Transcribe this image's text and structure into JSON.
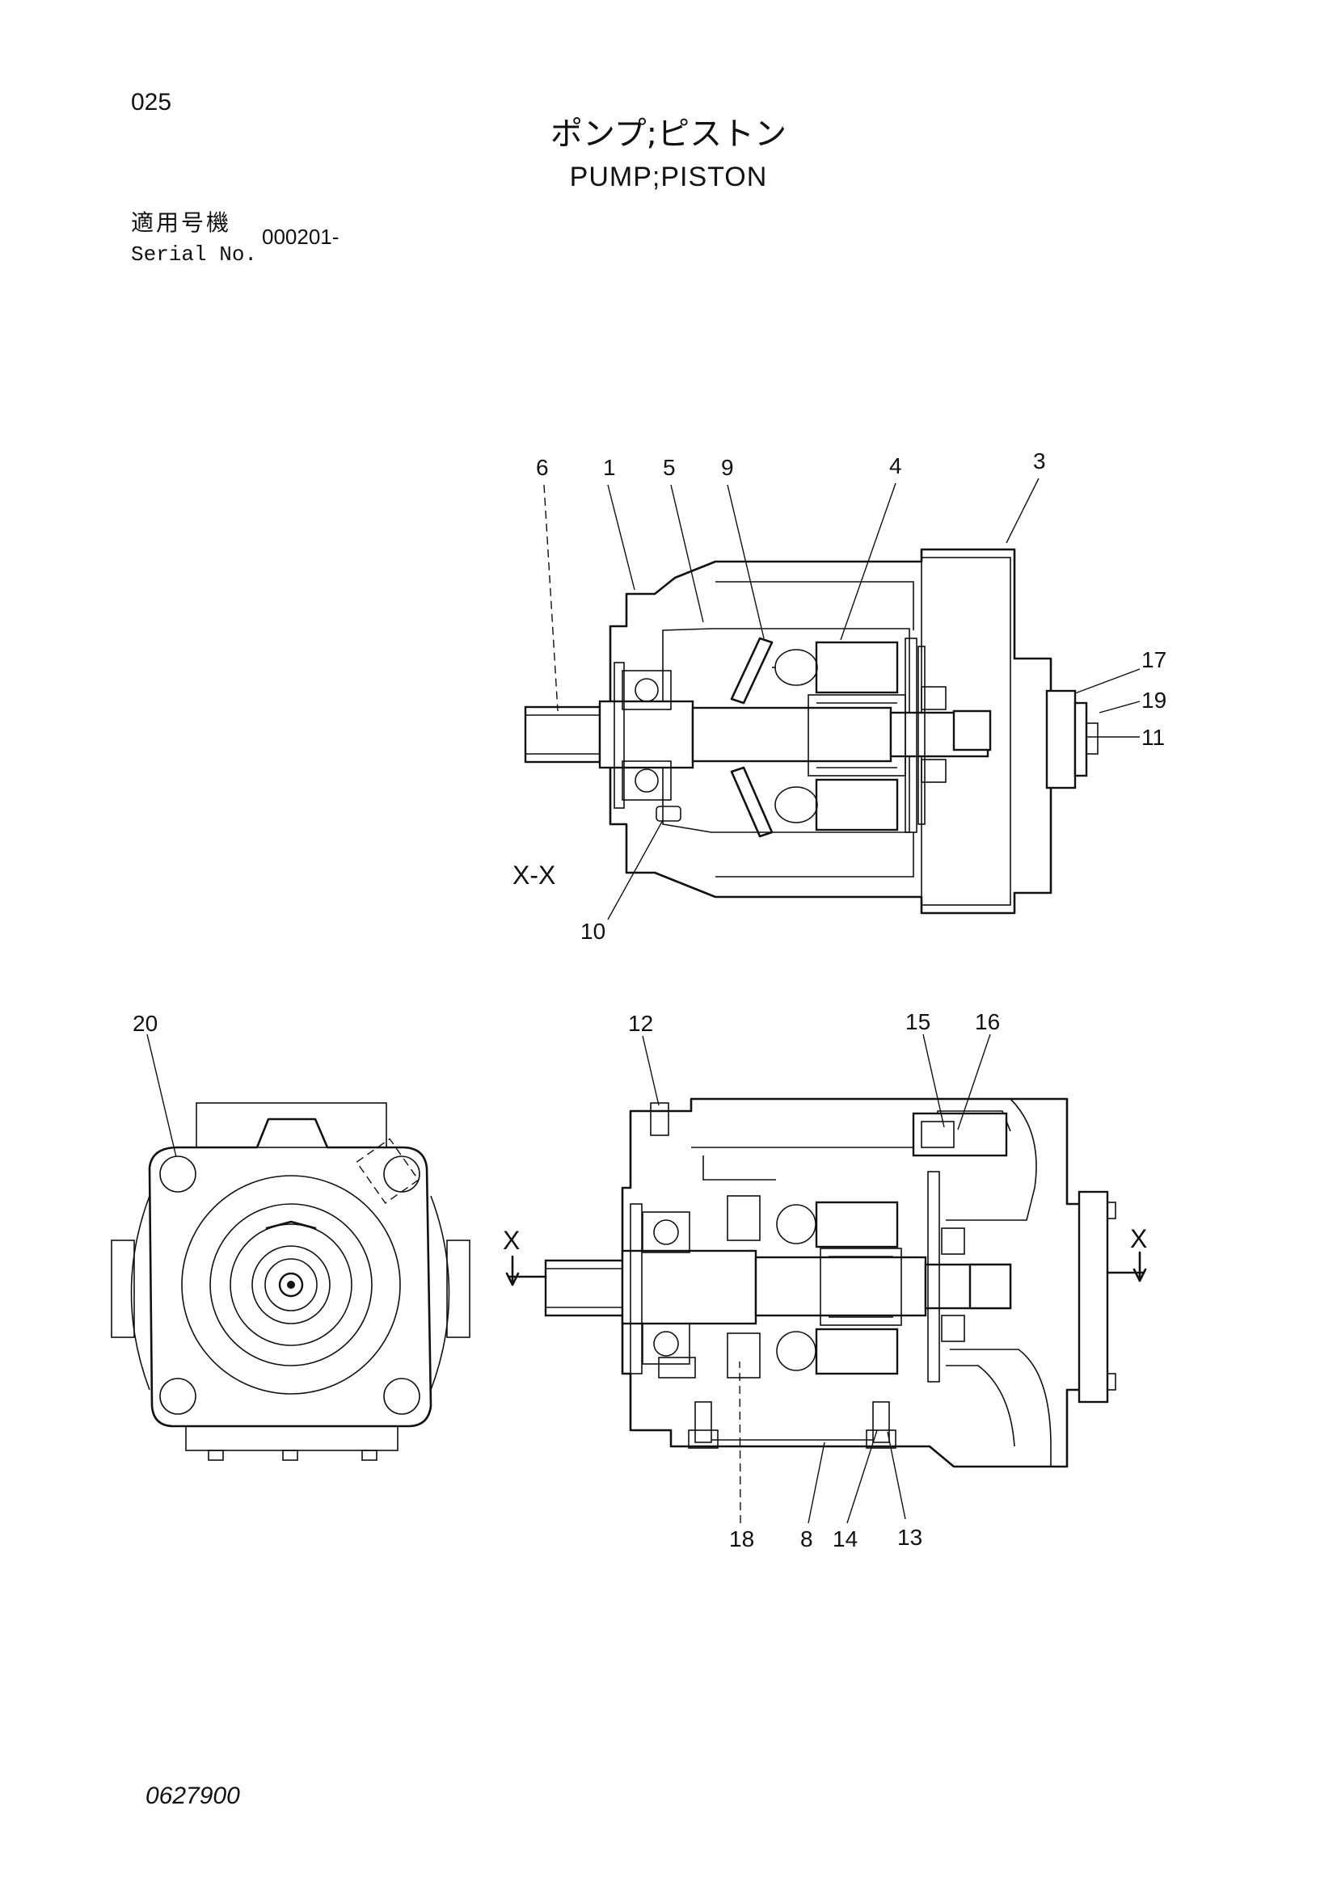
{
  "page_number": "025",
  "title_jp": "ポンプ;ピストン",
  "title_en": "PUMP;PISTON",
  "serial": {
    "label_jp": "適用号機",
    "label_en": "Serial No.",
    "value": "000201-"
  },
  "document_number": "0627900",
  "section_labels": {
    "view_xx": "X-X",
    "arrow_left": "X",
    "arrow_right": "X"
  },
  "callouts": {
    "c1": "1",
    "c3": "3",
    "c4": "4",
    "c5": "5",
    "c6": "6",
    "c8": "8",
    "c9": "9",
    "c10": "10",
    "c11": "11",
    "c12": "12",
    "c13": "13",
    "c14": "14",
    "c15": "15",
    "c16": "16",
    "c17": "17",
    "c18": "18",
    "c19": "19",
    "c20": "20"
  }
}
